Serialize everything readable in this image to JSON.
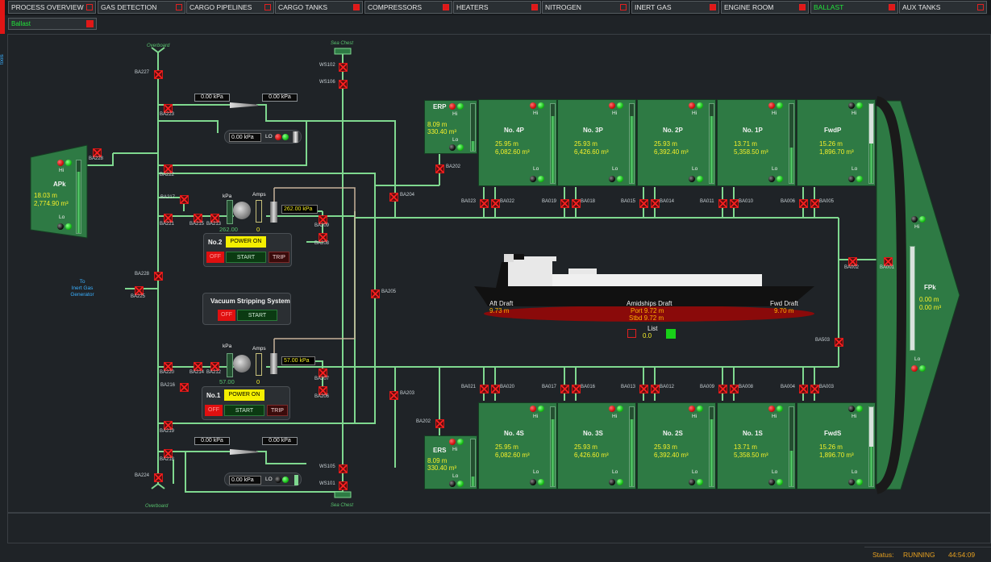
{
  "tabs": [
    {
      "label": "PROCESS OVERVIEW",
      "alarm": false
    },
    {
      "label": "GAS DETECTION",
      "alarm": false
    },
    {
      "label": "CARGO PIPELINES",
      "alarm": false
    },
    {
      "label": "CARGO TANKS",
      "alarm": true
    },
    {
      "label": "COMPRESSORS",
      "alarm": true
    },
    {
      "label": "HEATERS",
      "alarm": true
    },
    {
      "label": "NITROGEN",
      "alarm": false
    },
    {
      "label": "INERT GAS",
      "alarm": true
    },
    {
      "label": "ENGINE ROOM",
      "alarm": true
    },
    {
      "label": "BALLAST",
      "alarm": true,
      "active": true
    },
    {
      "label": "AUX TANKS",
      "alarm": false
    }
  ],
  "subtab": "Ballast",
  "side_label": "tools",
  "colors": {
    "tank": "#2e7a44",
    "pipe": "#7fd88f",
    "yellow": "#f5ef2a",
    "alarm": "#e01818",
    "ok": "#18c018"
  },
  "top_tanks": [
    {
      "name": "No. 4P",
      "level": "25.95 m",
      "volume": "6,082.60 m³",
      "fill": 0.85
    },
    {
      "name": "No. 3P",
      "level": "25.93 m",
      "volume": "6,426.60 m³",
      "fill": 0.85
    },
    {
      "name": "No. 2P",
      "level": "25.93 m",
      "volume": "6,392.40 m³",
      "fill": 0.85
    },
    {
      "name": "No. 1P",
      "level": "13.71 m",
      "volume": "5,358.50 m³",
      "fill": 0.45
    },
    {
      "name": "FwdP",
      "level": "15.26 m",
      "volume": "1,896.70 m³",
      "fill": 0.5
    }
  ],
  "bottom_tanks": [
    {
      "name": "No. 4S",
      "level": "25.95 m",
      "volume": "6,082.60 m³",
      "fill": 0.85
    },
    {
      "name": "No. 3S",
      "level": "25.93 m",
      "volume": "6,426.60 m³",
      "fill": 0.85
    },
    {
      "name": "No. 2S",
      "level": "25.93 m",
      "volume": "6,392.40 m³",
      "fill": 0.85
    },
    {
      "name": "No. 1S",
      "level": "13.71 m",
      "volume": "5,358.50 m³",
      "fill": 0.45
    },
    {
      "name": "FwdS",
      "level": "15.26 m",
      "volume": "1,896.70 m³",
      "fill": 0.5
    }
  ],
  "hi": "Hi",
  "lo": "Lo",
  "erp": {
    "name": "ERP",
    "level": "8.09 m",
    "volume": "330.40 m³"
  },
  "ers": {
    "name": "ERS",
    "level": "8.09 m",
    "volume": "330.40 m³"
  },
  "apk": {
    "name": "APk",
    "level": "18.03 m",
    "volume": "2,774.90 m³",
    "fill": 0.85
  },
  "fpk": {
    "name": "FPk",
    "level": "0.00 m",
    "volume": "0.00 m³",
    "fill": 0.0
  },
  "readings": {
    "r1": "0.00 kPa",
    "r2": "0.00 kPa",
    "r3": "0.00 kPa",
    "r3lo": "LO",
    "r4": "0.00 kPa",
    "r5": "0.00 kPa",
    "r6": "0.00 kPa",
    "r6lo": "LO",
    "p2": "262.00 kPa",
    "p1": "57.00 kPa",
    "kpa": "kPa",
    "amps": "Amps",
    "p2small": "262.00",
    "p2amps": "0",
    "p1small": "57.00",
    "p1amps": "0"
  },
  "pump2": {
    "name": "No.2",
    "power": "POWER ON",
    "off": "OFF",
    "start": "START",
    "trip": "TRIP"
  },
  "pump1": {
    "name": "No.1",
    "power": "POWER ON",
    "off": "OFF",
    "start": "START",
    "trip": "TRIP"
  },
  "vacuum": {
    "title": "Vacuum Stripping System",
    "off": "OFF",
    "start": "START"
  },
  "labels": {
    "overboard": "Overboard",
    "sea_chest": "Sea Chest",
    "to_ig": "To\nInert Gas\nGenerator"
  },
  "valves": {
    "BA227": "BA227",
    "BA223": "BA223",
    "BA228a": "BA228",
    "BA222": "BA222",
    "BA217": "BA217",
    "BA221": "BA221",
    "BA215": "BA215",
    "BA213": "BA213",
    "BA209": "BA209",
    "BA208": "BA208",
    "BA228b": "BA228",
    "BA225": "BA225",
    "BA220": "BA220",
    "BA214": "BA214",
    "BA212": "BA212",
    "BA207": "BA207",
    "BA206": "BA206",
    "BA216": "BA216",
    "BA219": "BA219",
    "BA218": "BA218",
    "BA224": "BA224",
    "WS102": "WS102",
    "WS106": "WS106",
    "WS105": "WS105",
    "WS101": "WS101",
    "BA204": "BA204",
    "BA205": "BA205",
    "BA203": "BA203",
    "BA202a": "BA202",
    "BA202b": "BA202",
    "BA023": "BA023",
    "BA022": "BA022",
    "BA019": "BA019",
    "BA018": "BA018",
    "BA015": "BA015",
    "BA014": "BA014",
    "BA011": "BA011",
    "BA010": "BA010",
    "BA006": "BA006",
    "BA005": "BA005",
    "BA002": "BA002",
    "BA001": "BA001",
    "BA503": "BA503",
    "BA021": "BA021",
    "BA020": "BA020",
    "BA017": "BA017",
    "BA016": "BA016",
    "BA013": "BA013",
    "BA012": "BA012",
    "BA009": "BA009",
    "BA008": "BA008",
    "BA004": "BA004",
    "BA003": "BA003"
  },
  "drafts": {
    "aft_label": "Aft Draft",
    "aft": "9.73 m",
    "mid_label": "Amidships Draft",
    "port": "Port 9.72 m",
    "stbd": "Stbd 9.72 m",
    "fwd_label": "Fwd Draft",
    "fwd": "9.70 m",
    "list_label": "List",
    "list": "0.0"
  },
  "status": {
    "label": "Status:",
    "value": "RUNNING",
    "time": "44:54:09"
  }
}
